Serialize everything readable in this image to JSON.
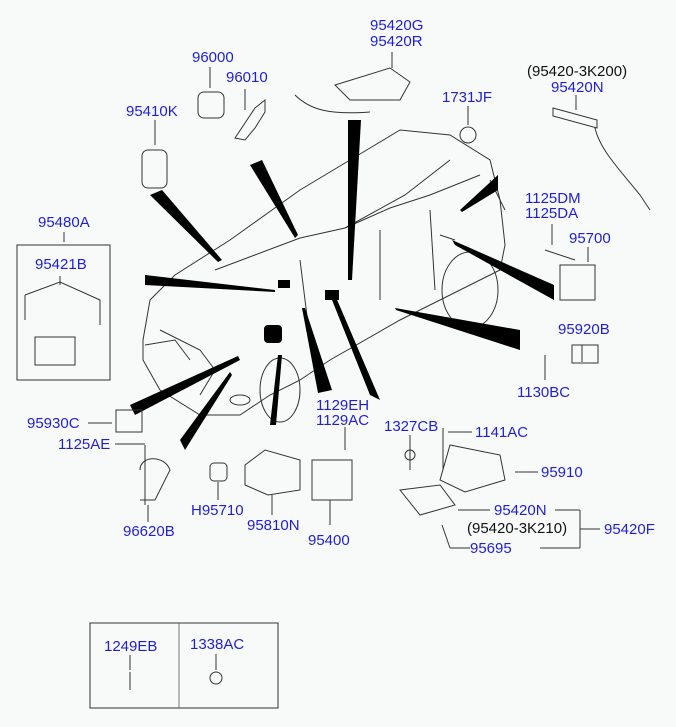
{
  "diagram": {
    "title": "Parts diagram - body electrical / control units",
    "colors": {
      "part_label": "#1f1fd6",
      "reference_label": "#111111",
      "line": "#333333",
      "background": "#f8f9f9"
    },
    "parts": [
      {
        "id": "p96000",
        "code": "96000"
      },
      {
        "id": "p96010",
        "code": "96010"
      },
      {
        "id": "p95420G",
        "code": "95420G"
      },
      {
        "id": "p95420R",
        "code": "95420R"
      },
      {
        "id": "p95410K",
        "code": "95410K"
      },
      {
        "id": "p1731JF",
        "code": "1731JF"
      },
      {
        "id": "p95420N_top",
        "code": "95420N"
      },
      {
        "id": "p95480A",
        "code": "95480A"
      },
      {
        "id": "p95421B",
        "code": "95421B"
      },
      {
        "id": "p1125DM",
        "code": "1125DM"
      },
      {
        "id": "p1125DA",
        "code": "1125DA"
      },
      {
        "id": "p95700",
        "code": "95700"
      },
      {
        "id": "p95920B",
        "code": "95920B"
      },
      {
        "id": "p1130BC",
        "code": "1130BC"
      },
      {
        "id": "p95930C",
        "code": "95930C"
      },
      {
        "id": "p1125AE",
        "code": "1125AE"
      },
      {
        "id": "p1129EH",
        "code": "1129EH"
      },
      {
        "id": "p1129AC",
        "code": "1129AC"
      },
      {
        "id": "p1327CB",
        "code": "1327CB"
      },
      {
        "id": "p1141AC",
        "code": "1141AC"
      },
      {
        "id": "p95910",
        "code": "95910"
      },
      {
        "id": "pH95710",
        "code": "H95710"
      },
      {
        "id": "p95810N",
        "code": "95810N"
      },
      {
        "id": "p95400",
        "code": "95400"
      },
      {
        "id": "p96620B",
        "code": "96620B"
      },
      {
        "id": "p95420N_bottom",
        "code": "95420N"
      },
      {
        "id": "p95420F",
        "code": "95420F"
      },
      {
        "id": "p95695",
        "code": "95695"
      },
      {
        "id": "p1249EB",
        "code": "1249EB"
      },
      {
        "id": "p1338AC",
        "code": "1338AC"
      }
    ],
    "references": [
      {
        "id": "ref_top",
        "text": "(95420-3K200)"
      },
      {
        "id": "ref_bottom",
        "text": "(95420-3K210)"
      }
    ]
  }
}
